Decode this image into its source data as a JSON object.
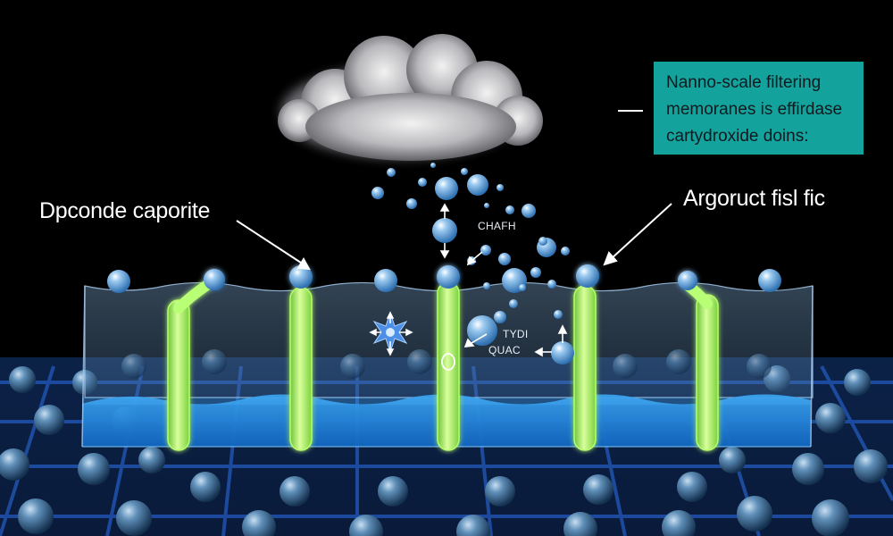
{
  "callout": {
    "lines": [
      "Nanno-scale filtering",
      "memoranes is effirdase",
      "cartydroxide doins:"
    ]
  },
  "labels": {
    "left": "Dpconde caporite",
    "right": "Argoruct fisl fic"
  },
  "molecule_tags": {
    "chafh": "CHAFH",
    "tydi": "TYDI",
    "quac": "QUAC"
  },
  "colors": {
    "background": "#000000",
    "callout_box": "#14a39c",
    "membrane_blue": "#2b8fe0",
    "channel_green": "#9bef4a",
    "grid_sphere": "#3f6f96"
  },
  "icons": [
    "cloud-icon",
    "water-droplet-icon",
    "molecule-arrow-icon",
    "atom-star-icon"
  ]
}
